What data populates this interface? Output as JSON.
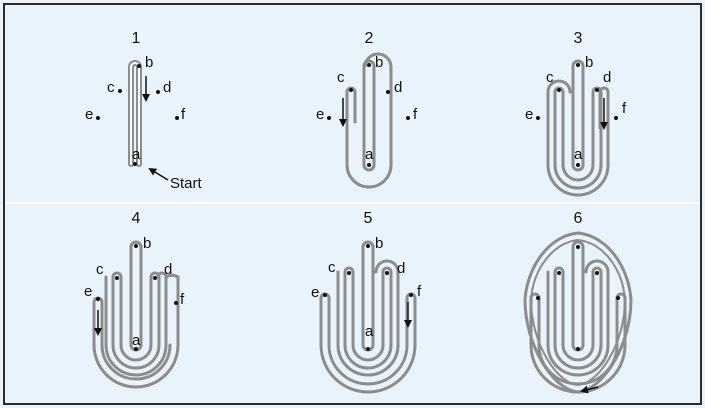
{
  "colors": {
    "background": "#e9f3fb",
    "frame": "#2b2b2b",
    "divider": "#ffffff",
    "coil_stroke": "#8c8c8c",
    "coil_inner": "#ffffff",
    "text": "#111111"
  },
  "panels": [
    {
      "step": "1",
      "points": {
        "a": "a",
        "b": "b",
        "c": "c",
        "d": "d",
        "e": "e",
        "f": "f"
      },
      "start_label": "Start"
    },
    {
      "step": "2",
      "points": {
        "a": "a",
        "b": "b",
        "c": "c",
        "d": "d",
        "e": "e",
        "f": "f"
      }
    },
    {
      "step": "3",
      "points": {
        "a": "a",
        "b": "b",
        "c": "c",
        "d": "d",
        "e": "e",
        "f": "f"
      }
    },
    {
      "step": "4",
      "points": {
        "a": "a",
        "b": "b",
        "c": "c",
        "d": "d",
        "e": "e",
        "f": "f"
      }
    },
    {
      "step": "5",
      "points": {
        "a": "a",
        "b": "b",
        "c": "c",
        "d": "d",
        "e": "e",
        "f": "f"
      }
    },
    {
      "step": "6"
    }
  ]
}
